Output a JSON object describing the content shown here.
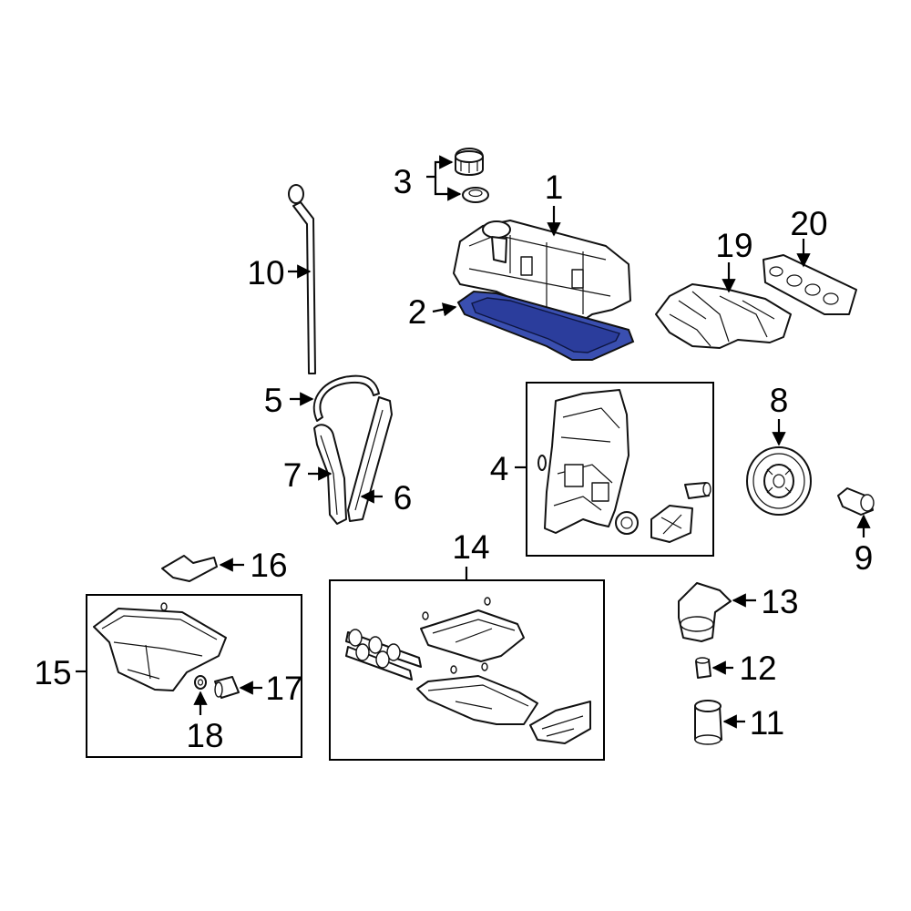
{
  "diagram": {
    "highlighted_part": "2",
    "highlight_color": "#3a4fb0",
    "callouts": [
      "1",
      "2",
      "3",
      "4",
      "5",
      "6",
      "7",
      "8",
      "9",
      "10",
      "11",
      "12",
      "13",
      "14",
      "15",
      "16",
      "17",
      "18",
      "19",
      "20"
    ]
  }
}
